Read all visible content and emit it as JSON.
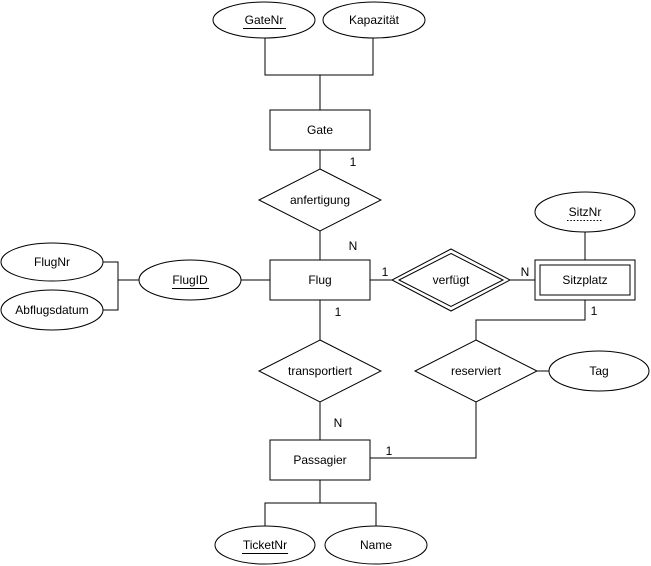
{
  "er": {
    "background": "#ffffff",
    "stroke_color": "#000000",
    "text_color": "#000000",
    "entities": [
      {
        "label": "Gate",
        "type": "strong"
      },
      {
        "label": "Flug",
        "type": "strong"
      },
      {
        "label": "Sitzplatz",
        "type": "weak-double-border"
      },
      {
        "label": "Passagier",
        "type": "strong"
      }
    ],
    "relationships": [
      {
        "label": "anfertigung",
        "type": "regular",
        "connects": [
          "Gate",
          "Flug"
        ]
      },
      {
        "label": "verfügt",
        "type": "identifying-double-border",
        "connects": [
          "Flug",
          "Sitzplatz"
        ]
      },
      {
        "label": "transportiert",
        "type": "regular",
        "connects": [
          "Flug",
          "Passagier"
        ]
      },
      {
        "label": "reserviert",
        "type": "regular",
        "connects": [
          "Sitzplatz",
          "Passagier"
        ]
      }
    ],
    "attributes": [
      {
        "label": "GateNr",
        "key": "primary-underlined",
        "of": "Gate"
      },
      {
        "label": "Kapazität",
        "key": "none",
        "of": "Gate"
      },
      {
        "label": "FlugID",
        "key": "primary-underlined",
        "of": "Flug"
      },
      {
        "label": "FlugNr",
        "key": "none",
        "of": "Flug"
      },
      {
        "label": "Abflugsdatum",
        "key": "none",
        "of": "Flug"
      },
      {
        "label": "SitzNr",
        "key": "partial-dotted-underline",
        "of": "Sitzplatz"
      },
      {
        "label": "Tag",
        "key": "none",
        "of": "reserviert"
      },
      {
        "label": "TicketNr",
        "key": "primary-underlined",
        "of": "Passagier"
      },
      {
        "label": "Name",
        "key": "none",
        "of": "Passagier"
      }
    ],
    "cardinalities": [
      {
        "edge": "Gate-anfertigung",
        "label": "1"
      },
      {
        "edge": "anfertigung-Flug",
        "label": "N"
      },
      {
        "edge": "Flug-verfügt",
        "label": "1"
      },
      {
        "edge": "verfügt-Sitzplatz",
        "label": "N"
      },
      {
        "edge": "Sitzplatz-reserviert",
        "label": "1"
      },
      {
        "edge": "reserviert-Passagier",
        "label": "1"
      },
      {
        "edge": "Flug-transportiert",
        "label": "1"
      },
      {
        "edge": "transportiert-Passagier",
        "label": "N"
      }
    ]
  }
}
